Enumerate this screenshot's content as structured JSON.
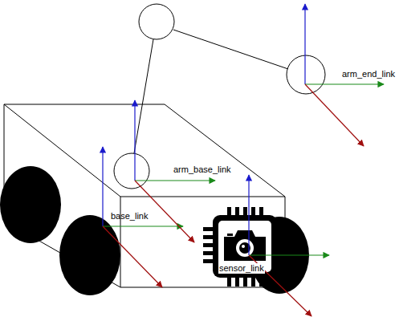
{
  "diagram": {
    "labels": [
      "arm_end_link",
      "arm_base_link",
      "base_link",
      "sensor_link"
    ]
  }
}
